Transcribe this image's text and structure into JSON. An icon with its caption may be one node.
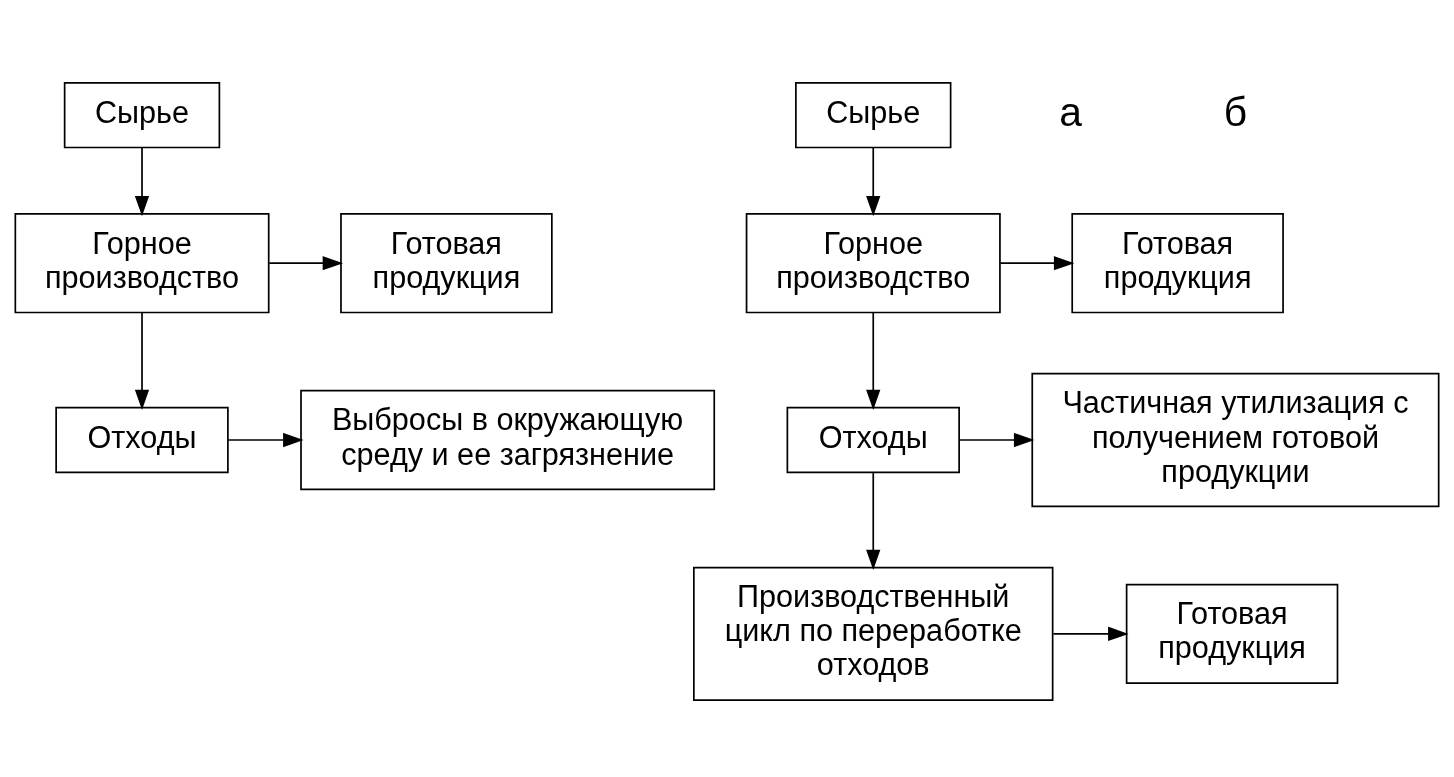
{
  "diagram": {
    "nodes": [
      {
        "text": [
          "Сырье"
        ]
      },
      {
        "text": [
          "Горное производство"
        ]
      },
      {
        "text": [
          "Готовая продукция"
        ]
      },
      {
        "text": [
          "Отходы"
        ]
      },
      {
        "text": [
          "Выбросы в окружающую среду и ее загрязнение"
        ]
      },
      {
        "text": [
          "Сырье"
        ]
      },
      {
        "text": [
          "Горное производство"
        ]
      },
      {
        "text": [
          "Готовая продукция"
        ]
      },
      {
        "text": [
          "Отходы"
        ]
      },
      {
        "text": [
          "Частичная утилизация с получением готовой продукции"
        ]
      },
      {
        "text": [
          "Производственный цикл по переработке отходов"
        ]
      },
      {
        "text": [
          "Готовая продукция"
        ]
      }
    ],
    "edges": [
      {
        "from": 0,
        "to": 1,
        "arrow": "to"
      },
      {
        "from": 1,
        "to": 2,
        "arrow": "to"
      },
      {
        "from": 1,
        "to": 3,
        "arrow": "to"
      },
      {
        "from": 3,
        "to": 4,
        "arrow": "to"
      },
      {
        "from": 5,
        "to": 6,
        "arrow": "to"
      },
      {
        "from": 6,
        "to": 7,
        "arrow": "to"
      },
      {
        "from": 6,
        "to": 8,
        "arrow": "to"
      },
      {
        "from": 8,
        "to": 9,
        "arrow": "to"
      },
      {
        "from": 8,
        "to": 10,
        "arrow": "to"
      },
      {
        "from": 10,
        "to": 11,
        "arrow": "to"
      }
    ],
    "labels": [
      "а",
      "б"
    ]
  }
}
